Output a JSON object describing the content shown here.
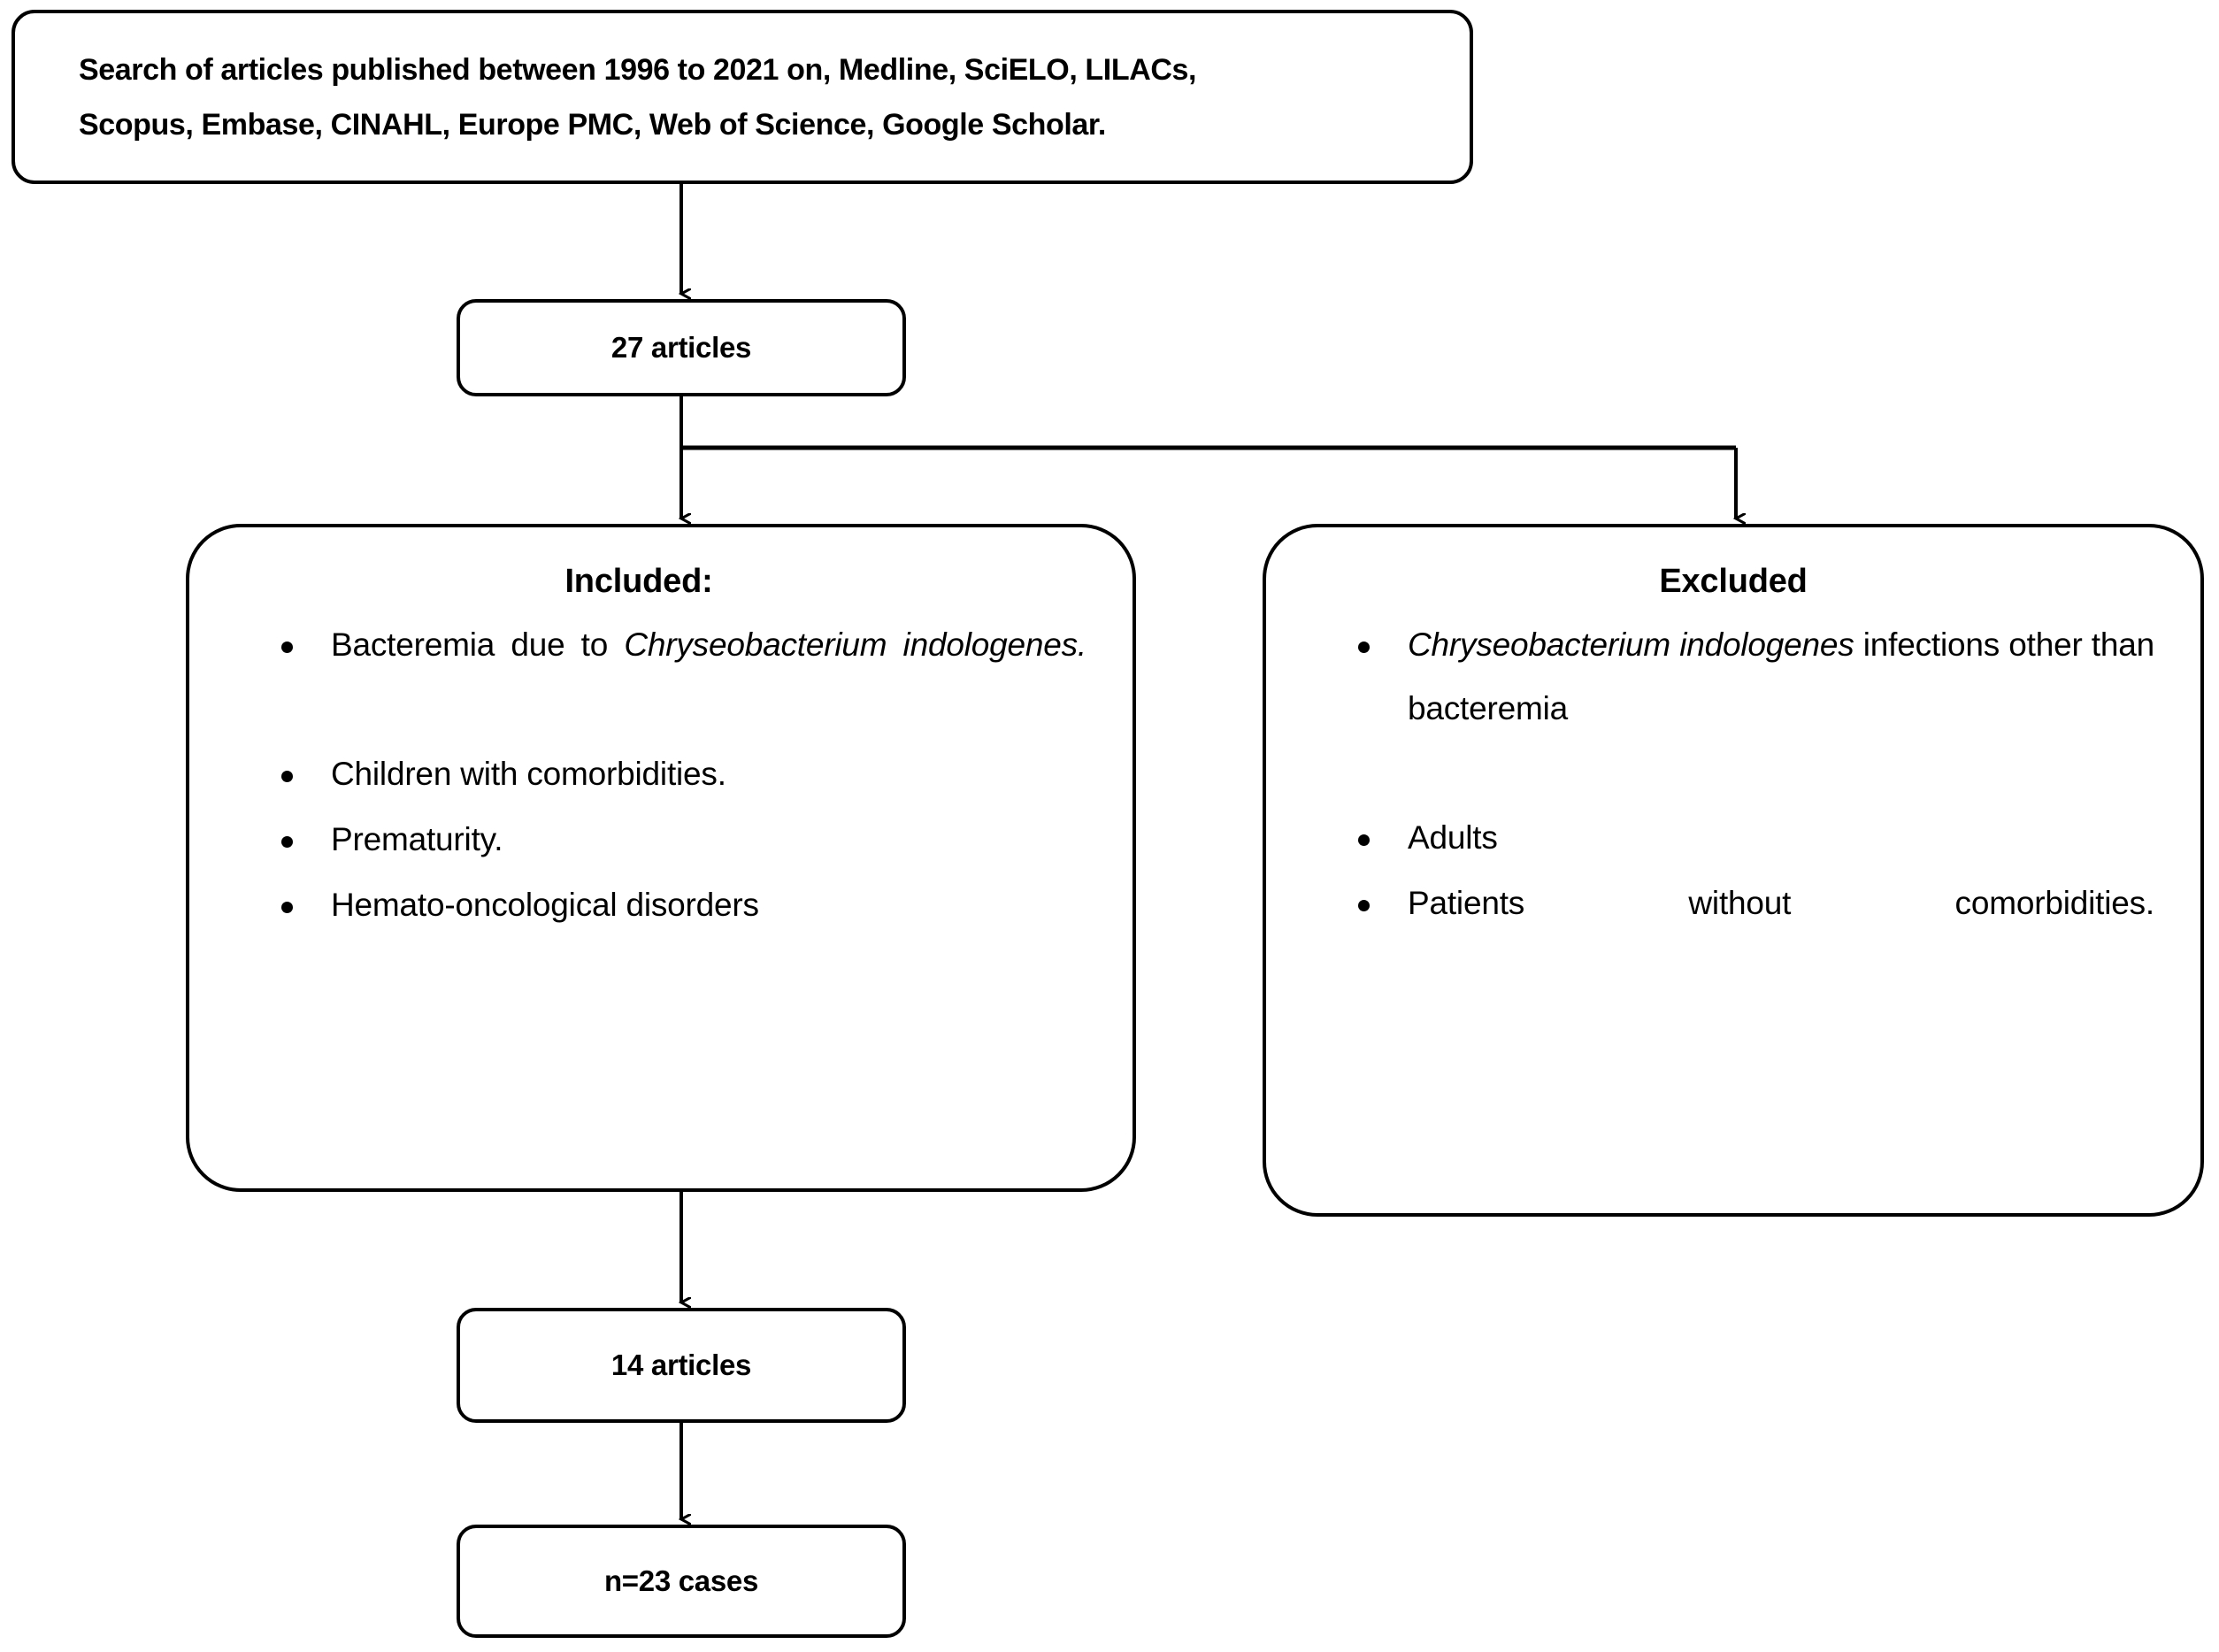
{
  "diagram": {
    "type": "flowchart",
    "title": "Article selection flow diagram",
    "stroke_color": "#000000",
    "background_color": "#ffffff"
  },
  "search_box": {
    "line1": "Search of articles published between 1996 to 2021 on, Medline, SciELO, LILACs,",
    "line2": "Scopus, Embase, CINAHL, Europe PMC, Web of Science, Google Scholar."
  },
  "articles_27": {
    "label": "27 articles"
  },
  "included": {
    "heading": "Included:",
    "bullets": {
      "b1_pre": "Bacteremia due to ",
      "b1_italic": "Chryseobacterium indologenes.",
      "b2": "Children with comorbidities.",
      "b3": "Prematurity.",
      "b4": "Hemato-oncological disorders"
    }
  },
  "excluded": {
    "heading": "Excluded",
    "bullets": {
      "b1_italic": "Chryseobacterium indologenes",
      "b1_post": " infections other than bacteremia",
      "b2": "Adults",
      "b3": "Patients without comorbidities."
    }
  },
  "articles_14": {
    "label": "14 articles"
  },
  "cases_23": {
    "label": "n=23 cases"
  }
}
